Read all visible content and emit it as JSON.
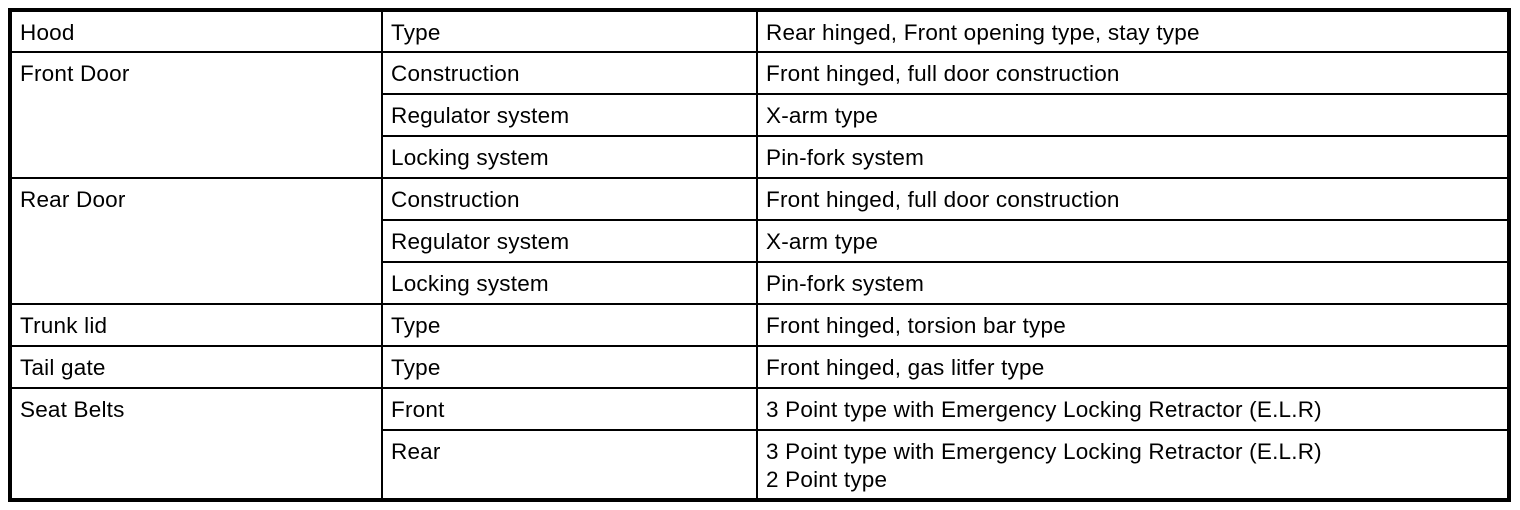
{
  "colors": {
    "border": "#000000",
    "background": "#ffffff",
    "text": "#000000"
  },
  "table": {
    "groups": [
      {
        "component": "Hood",
        "rows": [
          {
            "attribute": "Type",
            "value": "Rear hinged, Front opening type, stay type"
          }
        ]
      },
      {
        "component": "Front Door",
        "rows": [
          {
            "attribute": "Construction",
            "value": "Front hinged, full door construction"
          },
          {
            "attribute": "Regulator system",
            "value": "X-arm type"
          },
          {
            "attribute": "Locking system",
            "value": "Pin-fork system"
          }
        ]
      },
      {
        "component": "Rear Door",
        "rows": [
          {
            "attribute": "Construction",
            "value": "Front hinged, full door construction"
          },
          {
            "attribute": "Regulator system",
            "value": "X-arm type"
          },
          {
            "attribute": "Locking system",
            "value": "Pin-fork system"
          }
        ]
      },
      {
        "component": "Trunk lid",
        "rows": [
          {
            "attribute": "Type",
            "value": "Front hinged, torsion bar type"
          }
        ]
      },
      {
        "component": "Tail gate",
        "rows": [
          {
            "attribute": "Type",
            "value": "Front hinged, gas litfer type"
          }
        ]
      },
      {
        "component": "Seat Belts",
        "rows": [
          {
            "attribute": "Front",
            "value": "3 Point type with Emergency Locking Retractor (E.L.R)"
          },
          {
            "attribute": "Rear",
            "value": "3 Point type with Emergency Locking Retractor (E.L.R)\n2 Point type"
          }
        ]
      }
    ]
  }
}
